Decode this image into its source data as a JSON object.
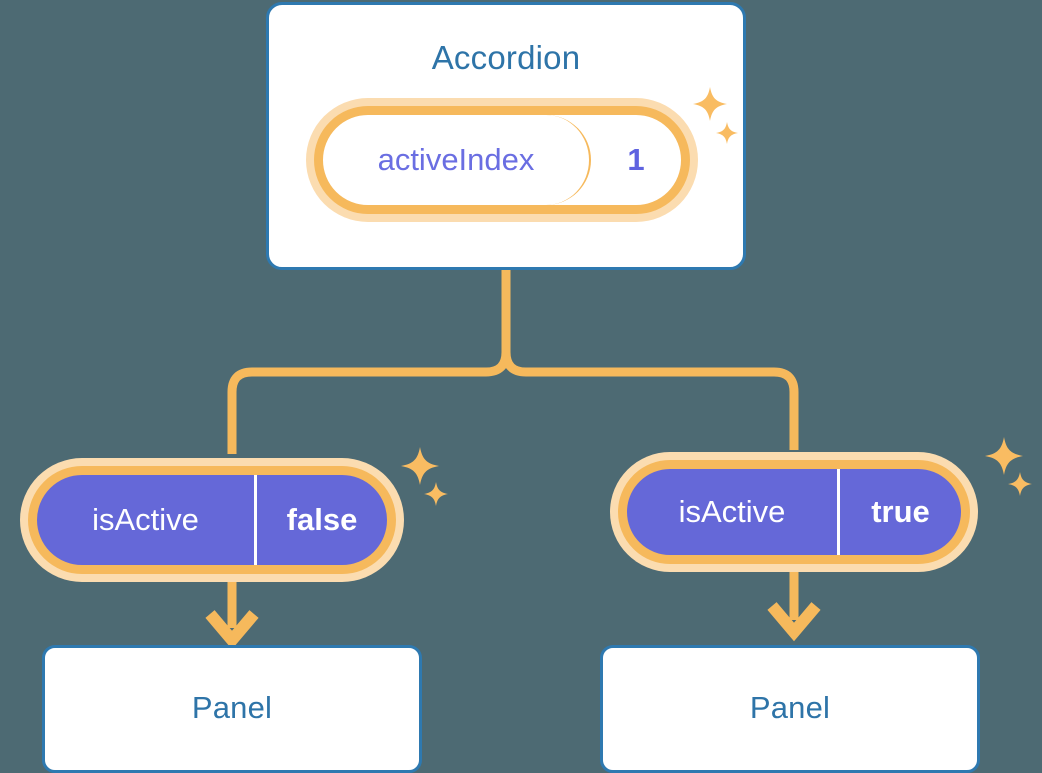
{
  "theme": {
    "background": "#4d6a73",
    "card_border": "#2e79b0",
    "card_fill": "#ffffff",
    "title_text": "#2e74a8",
    "pill_ring": "#f6b95c",
    "pill_halo": "#fbdcb0",
    "pill_purple": "#6568d8",
    "value_text": "#5f63e0",
    "connector": "#f6b95c"
  },
  "diagram": {
    "type": "component-state-tree",
    "root": {
      "title": "Accordion",
      "state": {
        "key": "activeIndex",
        "value": "1"
      }
    },
    "children": [
      {
        "state": {
          "key": "isActive",
          "value": "false"
        },
        "title": "Panel"
      },
      {
        "state": {
          "key": "isActive",
          "value": "true"
        },
        "title": "Panel"
      }
    ]
  },
  "icons": {
    "sparkle": "sparkle-icon",
    "arrow_down": "arrow-down-icon"
  }
}
